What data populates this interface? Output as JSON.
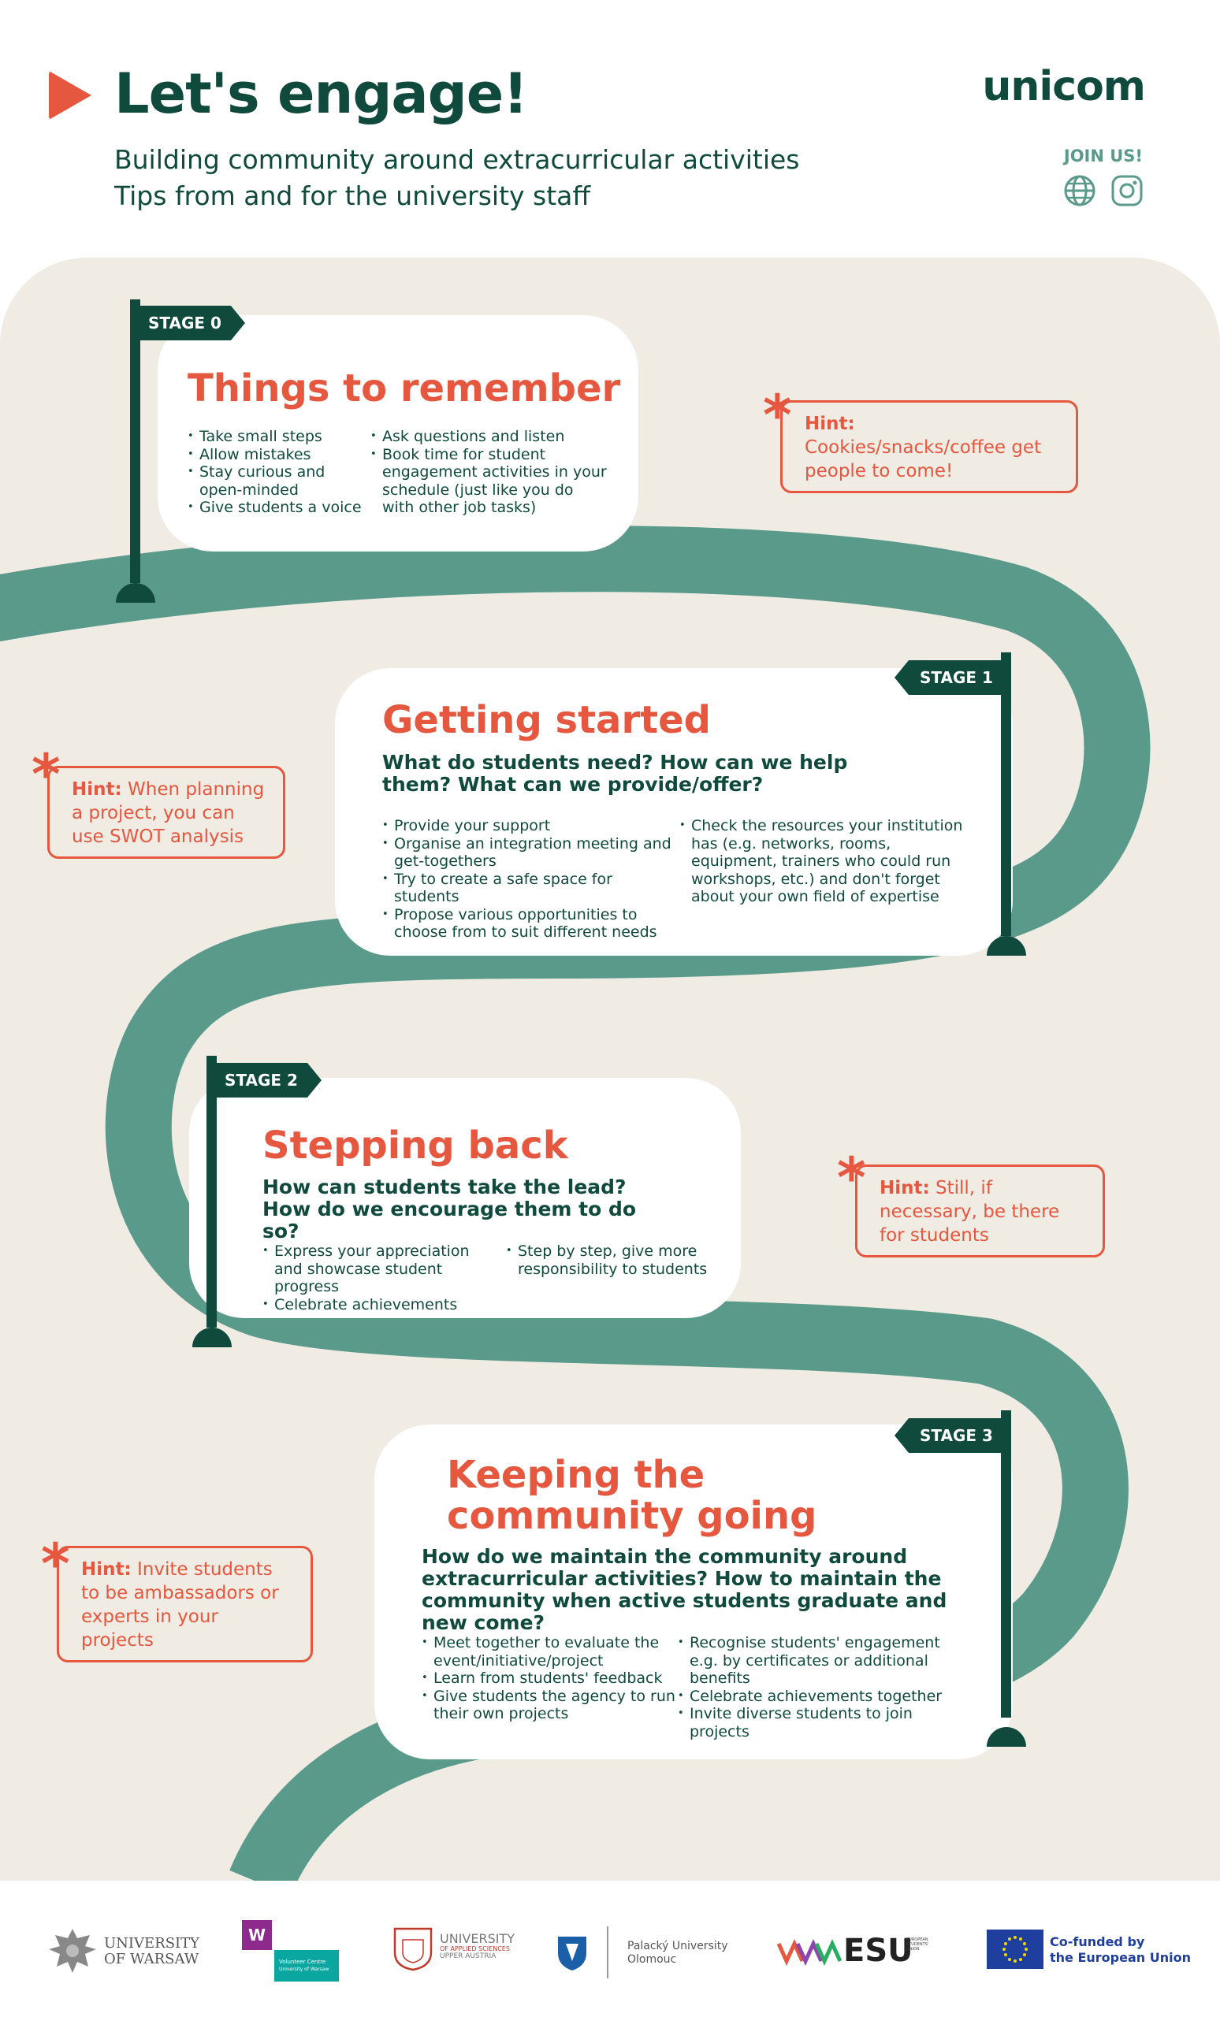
{
  "header": {
    "title": "Let's engage!",
    "subtitle_line1": "Building community around extracurricular activities",
    "subtitle_line2": "Tips from and for the university staff",
    "brand": "unicom",
    "join": "JOIN US!",
    "icons": [
      "globe-icon",
      "instagram-icon"
    ]
  },
  "stages": [
    {
      "flag": "STAGE 0",
      "heading": "Things to remember",
      "col1": [
        "Take small steps",
        "Allow mistakes",
        "Stay curious and open-minded",
        "Give students a voice"
      ],
      "col2": [
        "Ask questions and listen",
        "Book time for student engagement activities in your schedule (just like you do with other job tasks)"
      ]
    },
    {
      "flag": "STAGE 1",
      "heading": "Getting started",
      "question": "What do students need? How can we help them? What can we provide/offer?",
      "col1": [
        "Provide your support",
        "Organise an integration meeting and get-togethers",
        "Try to create a safe space for students",
        "Propose various opportunities to choose from to suit different needs"
      ],
      "col2": [
        "Check the resources your institution has (e.g. networks, rooms, equipment, trainers who could run workshops, etc.) and don't forget about your own field of expertise"
      ]
    },
    {
      "flag": "STAGE 2",
      "heading": "Stepping back",
      "question": "How can students take the lead? How do we encourage them to do so?",
      "col1": [
        "Express your appreciation and showcase student progress",
        "Celebrate achievements"
      ],
      "col2": [
        "Step by step, give more responsibility to students"
      ]
    },
    {
      "flag": "STAGE 3",
      "heading_line1": "Keeping the",
      "heading_line2": "community going",
      "question": "How do we maintain the community around extracurricular activities? How to maintain the community when active students graduate and new come?",
      "col1": [
        "Meet together to evaluate the event/initiative/project",
        "Learn from students' feedback",
        "Give students the agency to run their own projects"
      ],
      "col2": [
        "Recognise students' engagement e.g. by certificates or additional benefits",
        "Celebrate achievements together",
        "Invite diverse students to join projects"
      ]
    }
  ],
  "hints": [
    {
      "label": "Hint:",
      "text": "Cookies/snacks/coffee get people to come!"
    },
    {
      "label": "Hint:",
      "text": "When planning a project, you can use SWOT analysis"
    },
    {
      "label": "Hint:",
      "text": "Still, if necessary, be there for students"
    },
    {
      "label": "Hint:",
      "text": " Invite students to be ambassadors or experts in your projects"
    }
  ],
  "footer": {
    "warsaw": "UNIVERSITY",
    "warsaw2": "OF WARSAW",
    "volunteer1": "Volunteer Centre",
    "volunteer2": "University of Warsaw",
    "upper1": "UNIVERSITY",
    "upper2": "OF APPLIED SCIENCES",
    "upper3": "UPPER AUSTRIA",
    "palacky1": "Palacký University",
    "palacky2": "Olomouc",
    "esu": "ESU",
    "esu_small": "EUROPEAN STUDENTS' UNION",
    "eu1": "Co-funded by",
    "eu2": "the European Union"
  },
  "colors": {
    "accent": "#e5573e",
    "dark_green": "#0f4a3c",
    "road": "#5a9a8b",
    "background": "#f0ebe3"
  }
}
